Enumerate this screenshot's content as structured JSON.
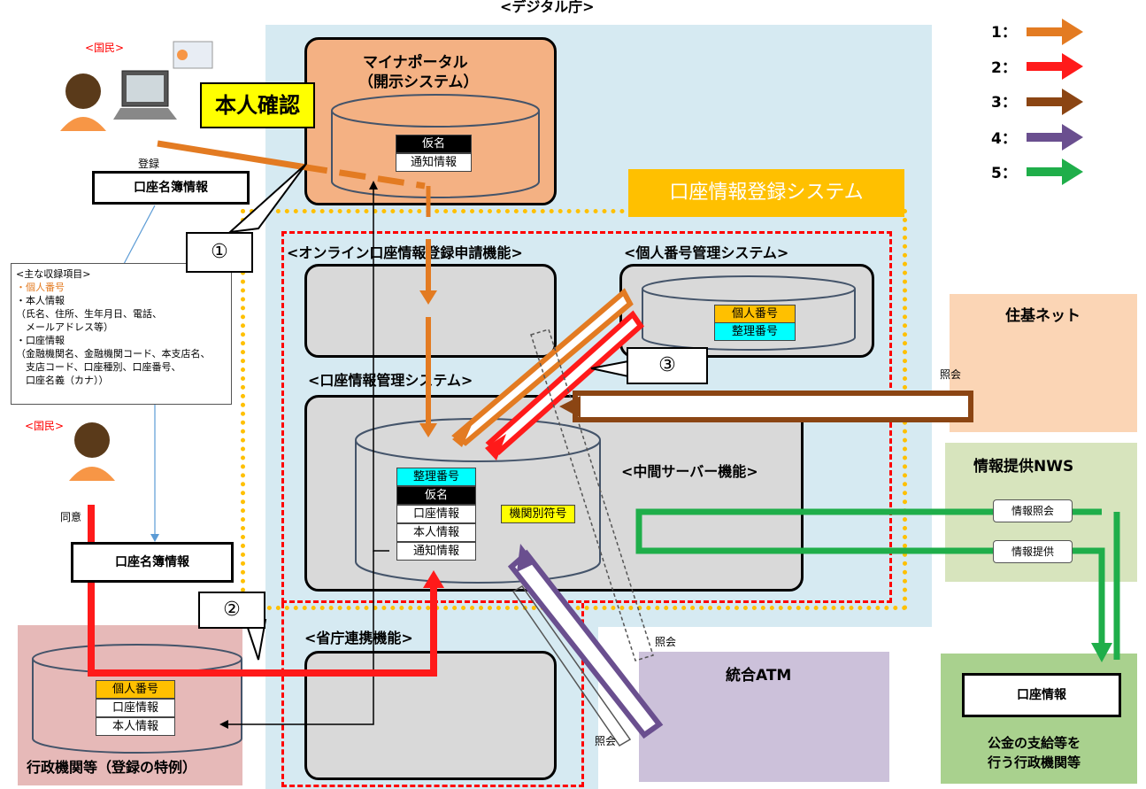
{
  "header": {
    "agency": "<デジタル庁>"
  },
  "legend": [
    {
      "num": "1：",
      "color": "#e37b22"
    },
    {
      "num": "2：",
      "color": "#ff1a1a"
    },
    {
      "num": "3：",
      "color": "#8b4513"
    },
    {
      "num": "4：",
      "color": "#6a4f8f"
    },
    {
      "num": "5：",
      "color": "#1fae4a"
    }
  ],
  "myna": {
    "title1": "マイナポータル",
    "title2": "（開示システム）",
    "field1": "仮名",
    "field2": "通知情報"
  },
  "identity_check": "本人確認",
  "koza_system_title": "口座情報登録システム",
  "citizen1": {
    "label": "<国民>",
    "action": "登録"
  },
  "citizen2": {
    "label": "<国民>",
    "action": "同意"
  },
  "koza_meibo1": "口座名簿情報",
  "koza_meibo2": "口座名簿情報",
  "notes": [
    "<主な収録項目>",
    "・個人番号",
    "・本人情報",
    "（氏名、住所、生年月日、電話、",
    "　メールアドレス等）",
    "・口座情報",
    "（金融機関名、金融機関コード、本支店名、",
    "　支店コード、口座種別、口座番号、",
    "　口座名義（カナ））"
  ],
  "callouts": {
    "c1": "①",
    "c2": "②",
    "c3": "③"
  },
  "online_title": "<オンライン口座情報登録申請機能>",
  "kojin_title": "<個人番号管理システム>",
  "kojin_fields": [
    "個人番号",
    "整理番号"
  ],
  "kanri_title": "<口座情報管理システム>",
  "kanri_fields": [
    "整理番号",
    "仮名",
    "口座情報",
    "本人情報",
    "通知情報"
  ],
  "kikan_code": "機関別符号",
  "middle_server": "<中間サーバー機能>",
  "shocho_title": "<省庁連携機能>",
  "jyuki": {
    "title": "住基ネット",
    "query": "照会"
  },
  "nws": {
    "title": "情報提供NWS",
    "query": "情報照会",
    "provide": "情報提供"
  },
  "koza_info": "口座情報",
  "public_agency": "公金の支給等を行う行政機関等",
  "public_agency_l1": "公金の支給等を",
  "public_agency_l2": "行う行政機関等",
  "atm": {
    "title": "統合ATM",
    "query1": "照会",
    "query2": "照会"
  },
  "gyosei": {
    "title": "行政機関等（登録の特例）",
    "fields": [
      "個人番号",
      "口座情報",
      "本人情報"
    ]
  }
}
